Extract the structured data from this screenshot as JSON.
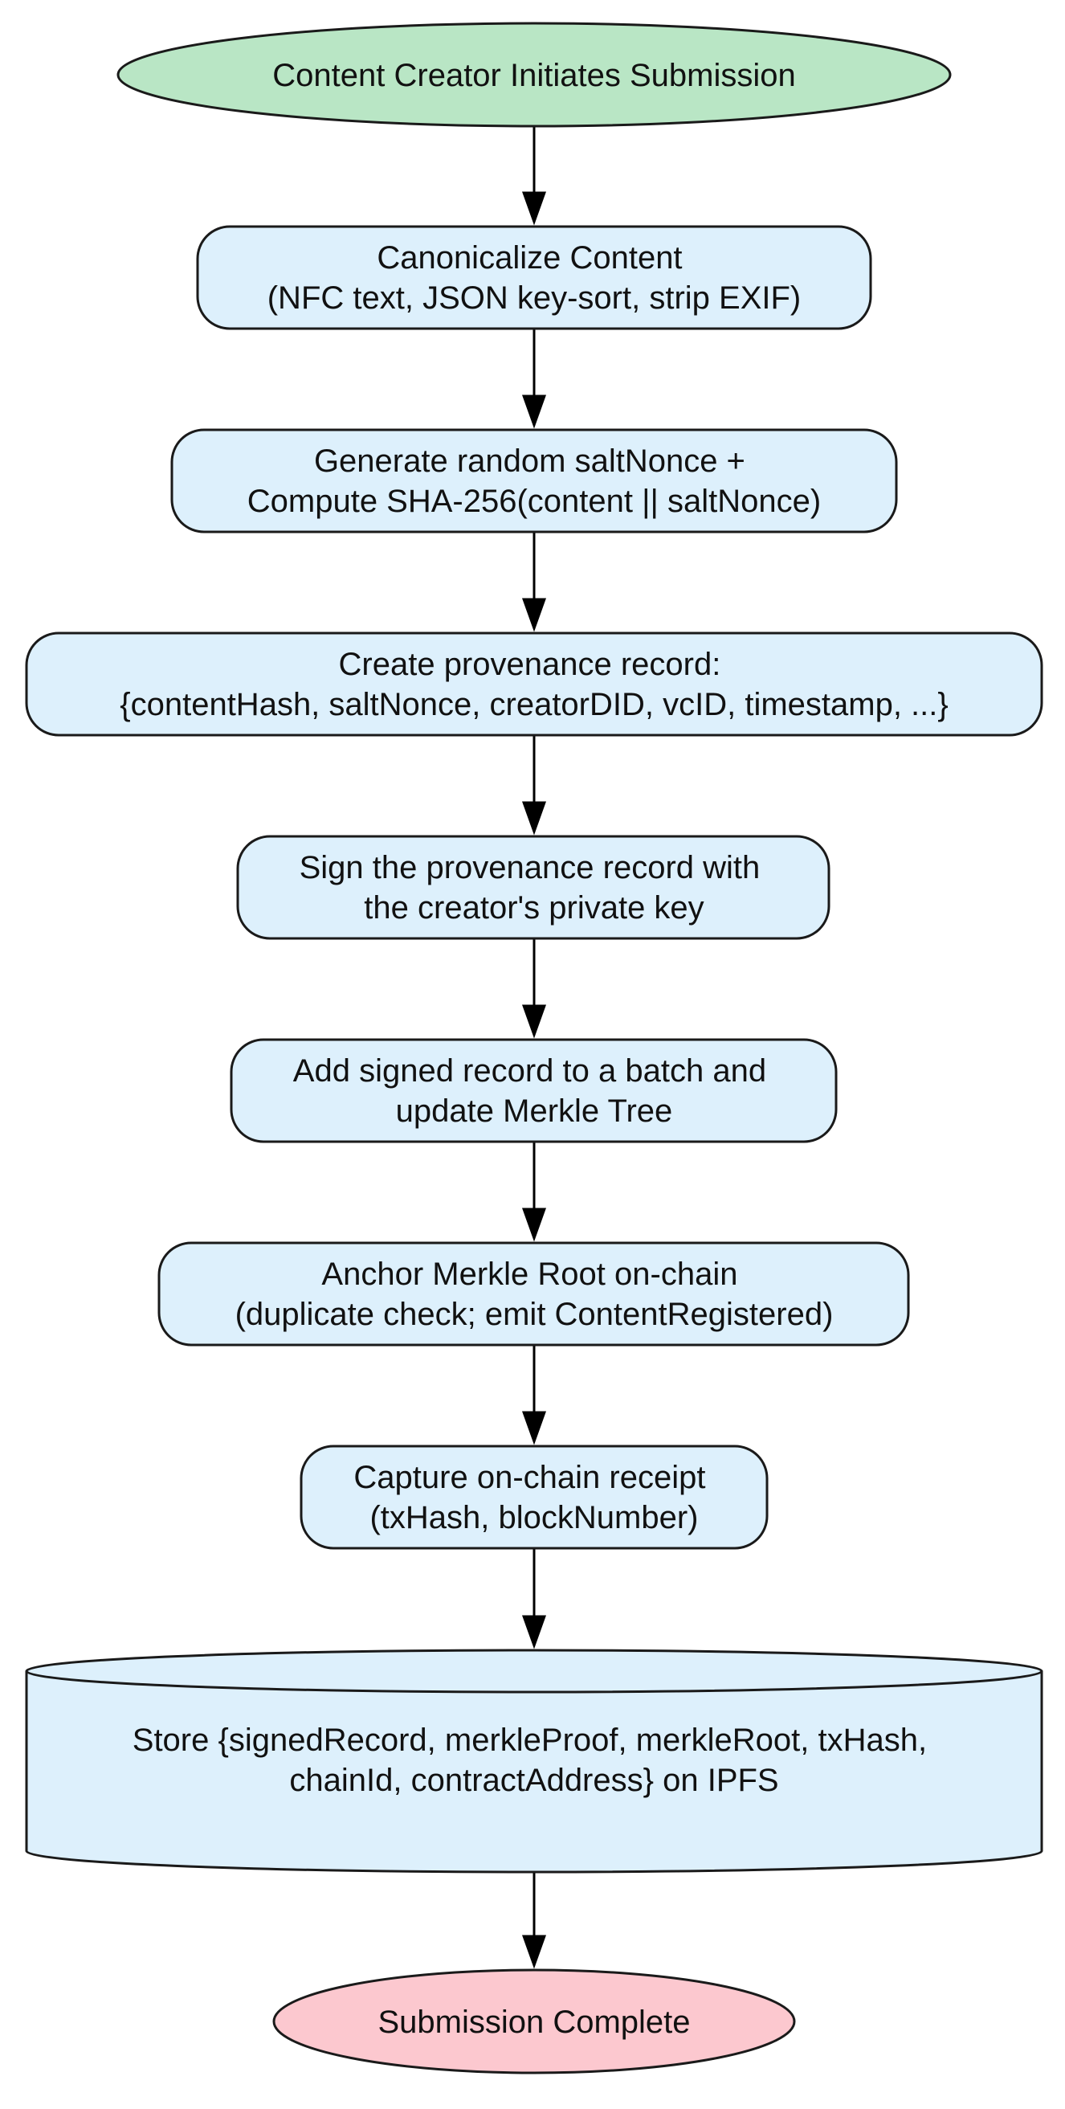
{
  "diagram": {
    "colors": {
      "start_fill": "#b9e6c5",
      "process_fill": "#ddf0fc",
      "end_fill": "#fcc8cf",
      "stroke": "#1a1a1a",
      "arrow": "#000000"
    },
    "nodes": {
      "start": {
        "shape": "ellipse",
        "lines": [
          "Content Creator Initiates Submission"
        ]
      },
      "canonicalize": {
        "shape": "rounded-rect",
        "lines": [
          "Canonicalize Content",
          "(NFC text, JSON key-sort, strip EXIF)"
        ]
      },
      "hash": {
        "shape": "rounded-rect",
        "lines": [
          "Generate random saltNonce +",
          "Compute SHA-256(content || saltNonce)"
        ]
      },
      "record": {
        "shape": "rounded-rect",
        "lines": [
          "Create provenance record:",
          "{contentHash, saltNonce, creatorDID, vcID, timestamp, ...}"
        ]
      },
      "sign": {
        "shape": "rounded-rect",
        "lines": [
          "Sign the provenance record with",
          "the creator's private key"
        ]
      },
      "batch": {
        "shape": "rounded-rect",
        "lines": [
          "Add signed record to a batch and",
          "update Merkle Tree"
        ]
      },
      "anchor": {
        "shape": "rounded-rect",
        "lines": [
          "Anchor Merkle Root on-chain",
          "(duplicate check; emit ContentRegistered)"
        ]
      },
      "receipt": {
        "shape": "rounded-rect",
        "lines": [
          "Capture on-chain receipt",
          "(txHash, blockNumber)"
        ]
      },
      "store": {
        "shape": "cylinder",
        "lines": [
          "Store {signedRecord, merkleProof, merkleRoot, txHash,",
          "chainId, contractAddress} on IPFS"
        ]
      },
      "end": {
        "shape": "ellipse",
        "lines": [
          "Submission Complete"
        ]
      }
    },
    "edges": [
      [
        "start",
        "canonicalize"
      ],
      [
        "canonicalize",
        "hash"
      ],
      [
        "hash",
        "record"
      ],
      [
        "record",
        "sign"
      ],
      [
        "sign",
        "batch"
      ],
      [
        "batch",
        "anchor"
      ],
      [
        "anchor",
        "receipt"
      ],
      [
        "receipt",
        "store"
      ],
      [
        "store",
        "end"
      ]
    ]
  }
}
